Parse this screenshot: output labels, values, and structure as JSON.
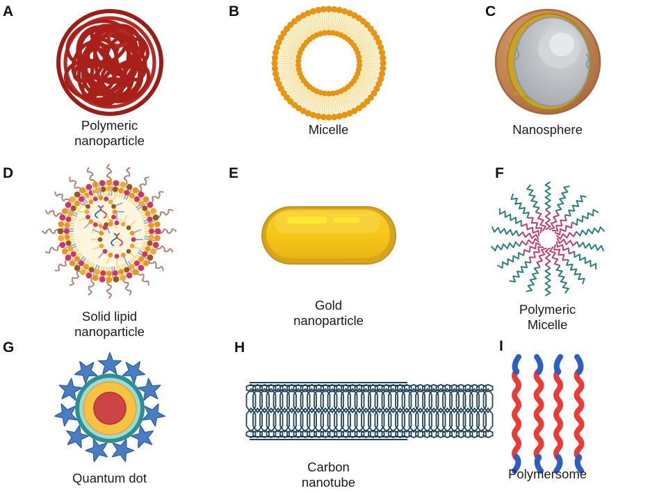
{
  "figure": {
    "kind": "nanoparticle-types-figure",
    "background": "#ffffff",
    "panel_count": 9
  },
  "panels": [
    {
      "letter": "A",
      "caption": "Polymeric\nnanoparticle",
      "icon": "tangled-polymer-coil-icon",
      "colors": {
        "strand": "#A8201A",
        "strand_light": "#C13B30",
        "strand_dark": "#8A1410"
      }
    },
    {
      "letter": "B",
      "caption": "Micelle",
      "icon": "lipid-bilayer-ring-icon",
      "colors": {
        "head": "#E8940F",
        "tail": "#F7E2A2"
      }
    },
    {
      "letter": "C",
      "caption": "Nanosphere",
      "icon": "concentric-shell-sphere-icon",
      "colors": {
        "outer_shell": "#C08552",
        "outer_rim": "#A9653C",
        "gold_layer": "#C9A227",
        "gold_dark": "#A88416",
        "core": "#B8BCC0",
        "core_highlight": "#DFE2E4"
      }
    },
    {
      "letter": "D",
      "caption": "Solid lipid\nnanoparticle",
      "icon": "solid-lipid-nanoparticle-icon",
      "colors": {
        "interior": "#FCF6DE",
        "head_orange": "#E8961E",
        "head_light_orange": "#F2A93B",
        "head_magenta": "#D4316A",
        "head_brown": "#9C5520",
        "tail_pale": "#F5D98A",
        "tail_blue": "#9BA9C9",
        "peg_chain": "#B08272",
        "dna_blue": "#2B5FC4",
        "dna_red": "#D93A34"
      }
    },
    {
      "letter": "E",
      "caption": "Gold\nnanoparticle",
      "icon": "gold-nanorod-icon",
      "colors": {
        "body": "#F5C518",
        "border": "#D6A51B",
        "edge_dark": "#C4921A",
        "highlight": "#FFE92E",
        "sheen": "#FAD64A"
      }
    },
    {
      "letter": "F",
      "caption": "Polymeric\nMicelle",
      "icon": "polymeric-micelle-icon",
      "colors": {
        "corona": "#2A7E7E",
        "core_chain": "#C23B6B",
        "cavity": "#ffffff"
      }
    },
    {
      "letter": "G",
      "caption": "Quantum dot",
      "icon": "quantum-dot-icon",
      "colors": {
        "core": "#CC4444",
        "shell": "#F5C242",
        "ring_light": "#9ED8D8",
        "ring_teal": "#2A9090",
        "ligand": "#4A7EC4",
        "ligand_stroke": "#2F5FA3"
      },
      "ligand_count": 11
    },
    {
      "letter": "H",
      "caption": "Carbon\nnanotube",
      "icon": "carbon-nanotube-icon",
      "colors": {
        "lattice": "#1E4358"
      }
    },
    {
      "letter": "I",
      "caption": "Polymersome",
      "icon": "polymersome-chains-icon",
      "colors": {
        "hydrophilic_block": "#2B5FC4",
        "hydrophobic_block": "#EE3A35"
      },
      "chain_count": 4
    }
  ]
}
